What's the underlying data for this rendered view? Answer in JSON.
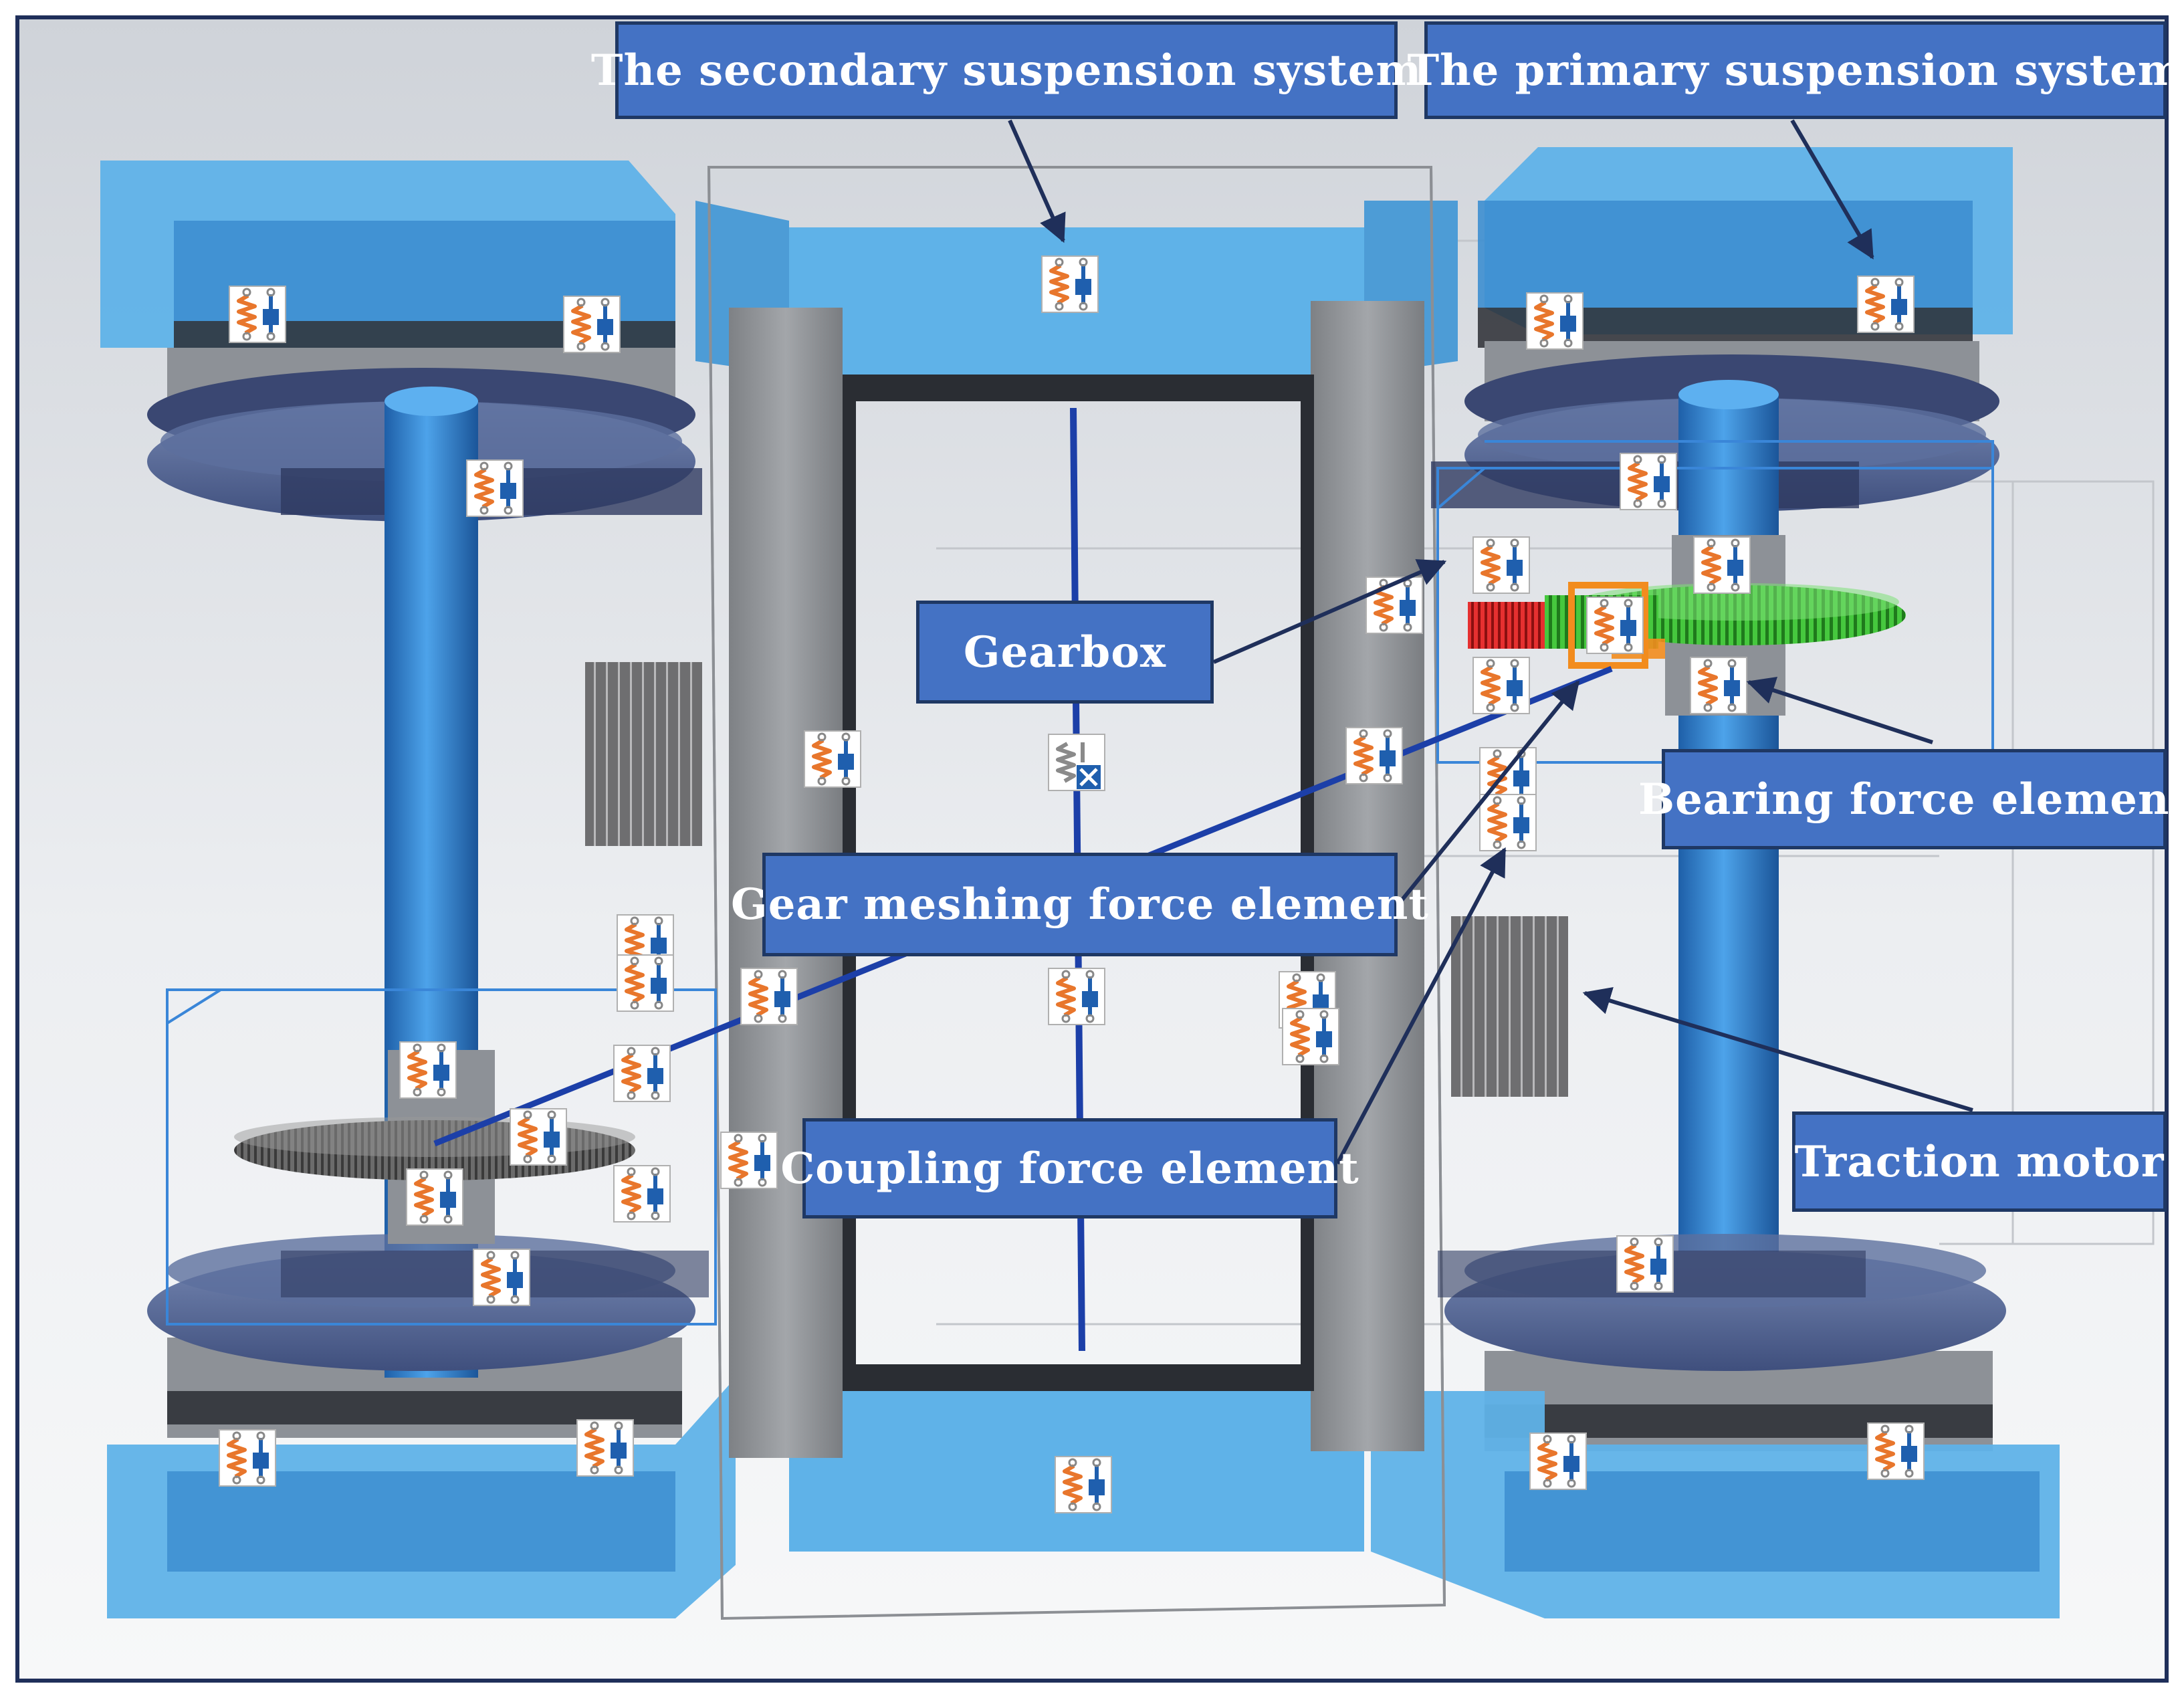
{
  "labels": {
    "secondary_suspension": "The secondary suspension system",
    "primary_suspension": "The primary suspension system",
    "gearbox": "Gearbox",
    "bearing_force": "Bearing force element",
    "gear_meshing_force": "Gear meshing force element",
    "coupling_force": "Coupling force element",
    "traction_motor": "Traction motor"
  },
  "colors": {
    "label_fill": "#4472c4",
    "label_border": "#1f3864",
    "bogie_blue": "#4fa3dd",
    "axle_blue": "#2f80d0",
    "wheel_steel": "#5b6f9a",
    "frame_gray": "#8f9194",
    "gear_gray": "#6c6c6c",
    "gear_green": "#3fbf3a",
    "gear_red": "#e02020",
    "gearbox_orange": "#f28c1e",
    "spring_orange": "#e8762c",
    "damper_blue": "#1f5fae",
    "arrow": "#1f2f5a"
  },
  "icons": {
    "force_element": "spring-damper-icon",
    "force_element_disabled": "spring-damper-disabled-icon"
  }
}
